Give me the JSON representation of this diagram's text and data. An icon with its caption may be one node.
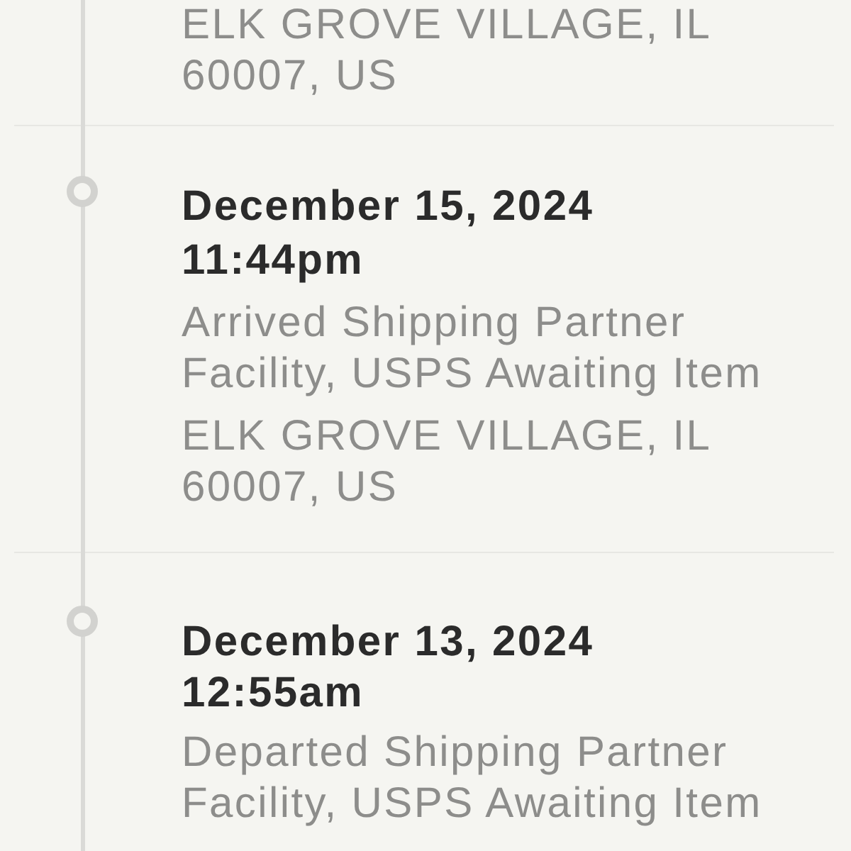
{
  "diagram": {
    "nodes": [
      {
        "text": [
          "ELK GROVE VILLAGE, IL 60007, US"
        ]
      },
      {
        "text": [
          "December 15, 2024",
          "11:44pm",
          "Arrived Shipping Partner Facility, USPS Awaiting Item",
          "ELK GROVE VILLAGE, IL 60007, US"
        ]
      },
      {
        "text": [
          "December 13, 2024",
          "12:55am",
          "Departed Shipping Partner Facility, USPS Awaiting Item"
        ]
      }
    ]
  }
}
